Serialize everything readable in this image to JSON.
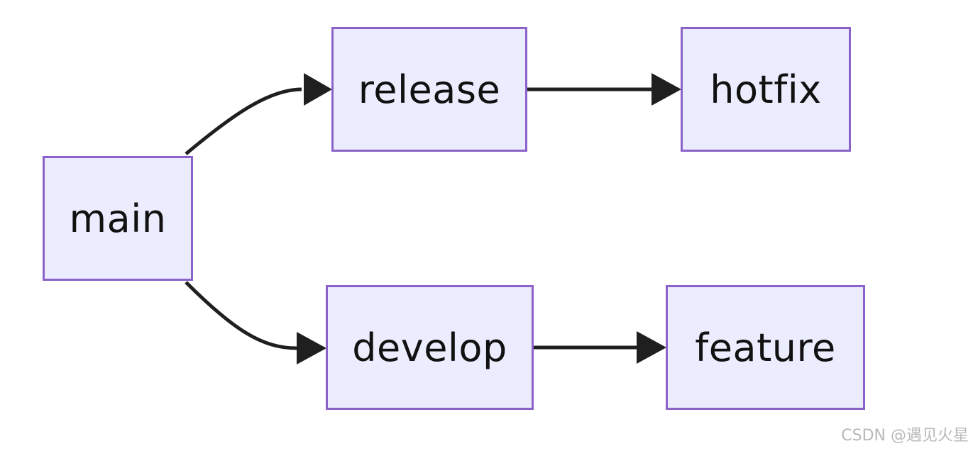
{
  "nodes": {
    "main": "main",
    "release": "release",
    "hotfix": "hotfix",
    "develop": "develop",
    "feature": "feature"
  },
  "edges": [
    {
      "from": "main",
      "to": "release"
    },
    {
      "from": "main",
      "to": "develop"
    },
    {
      "from": "release",
      "to": "hotfix"
    },
    {
      "from": "develop",
      "to": "feature"
    }
  ],
  "colors": {
    "node_fill": "#ececff",
    "node_border": "#8b63c8",
    "edge": "#1f1f1f",
    "text": "#111111",
    "watermark": "#b8b8b8"
  },
  "watermark": "CSDN @遇见火星"
}
